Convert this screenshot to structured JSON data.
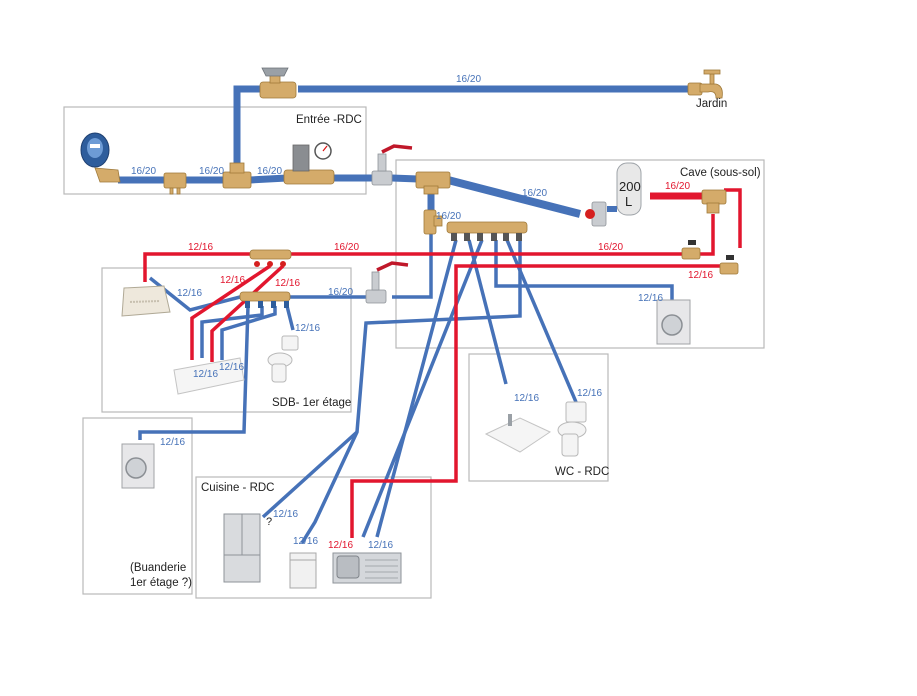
{
  "diagram": {
    "title": "Schéma plomberie",
    "colors": {
      "cold": "#4672b8",
      "hot": "#e2162e",
      "room_border": "#b9b9b9"
    },
    "rooms": [
      {
        "id": "entree",
        "label": "Entrée -RDC"
      },
      {
        "id": "cave",
        "label": "Cave (sous-sol)"
      },
      {
        "id": "sdb",
        "label": "SDB- 1er étage"
      },
      {
        "id": "buanderie",
        "label_line1": "(Buanderie",
        "label_line2": "1er étage ?)"
      },
      {
        "id": "cuisine",
        "label": "Cuisine - RDC"
      },
      {
        "id": "wc",
        "label": "WC - RDC"
      }
    ],
    "fixtures": {
      "jardin": "Jardin",
      "water_heater_line1": "200",
      "water_heater_line2": "L",
      "fridge_question": "?"
    },
    "pipe_labels": {
      "entree_1": "16/20",
      "entree_2": "16/20",
      "entree_3": "16/20",
      "jardin": "16/20",
      "to_heater": "16/20",
      "to_manifold": "16/20",
      "heater_out": "16/20",
      "hot_main_cave": "16/20",
      "hot_main_top": "16/20",
      "hot_shower": "12/16",
      "hot_cuisine": "12/16",
      "cave_washer": "12/16",
      "sdb_shower": "12/16",
      "sdb_hot_1": "12/16",
      "sdb_hot_2": "12/16",
      "sdb_cold_feed": "16/20",
      "sdb_toilet": "12/16",
      "sdb_sink_1": "12/16",
      "sdb_sink_2": "12/16",
      "buanderie_washer": "12/16",
      "wc_sink": "12/16",
      "wc_toilet": "12/16",
      "cuisine_fridge": "12/16",
      "cuisine_dishwasher": "12/16",
      "cuisine_sink_hot": "12/16",
      "cuisine_sink_cold": "12/16"
    }
  }
}
